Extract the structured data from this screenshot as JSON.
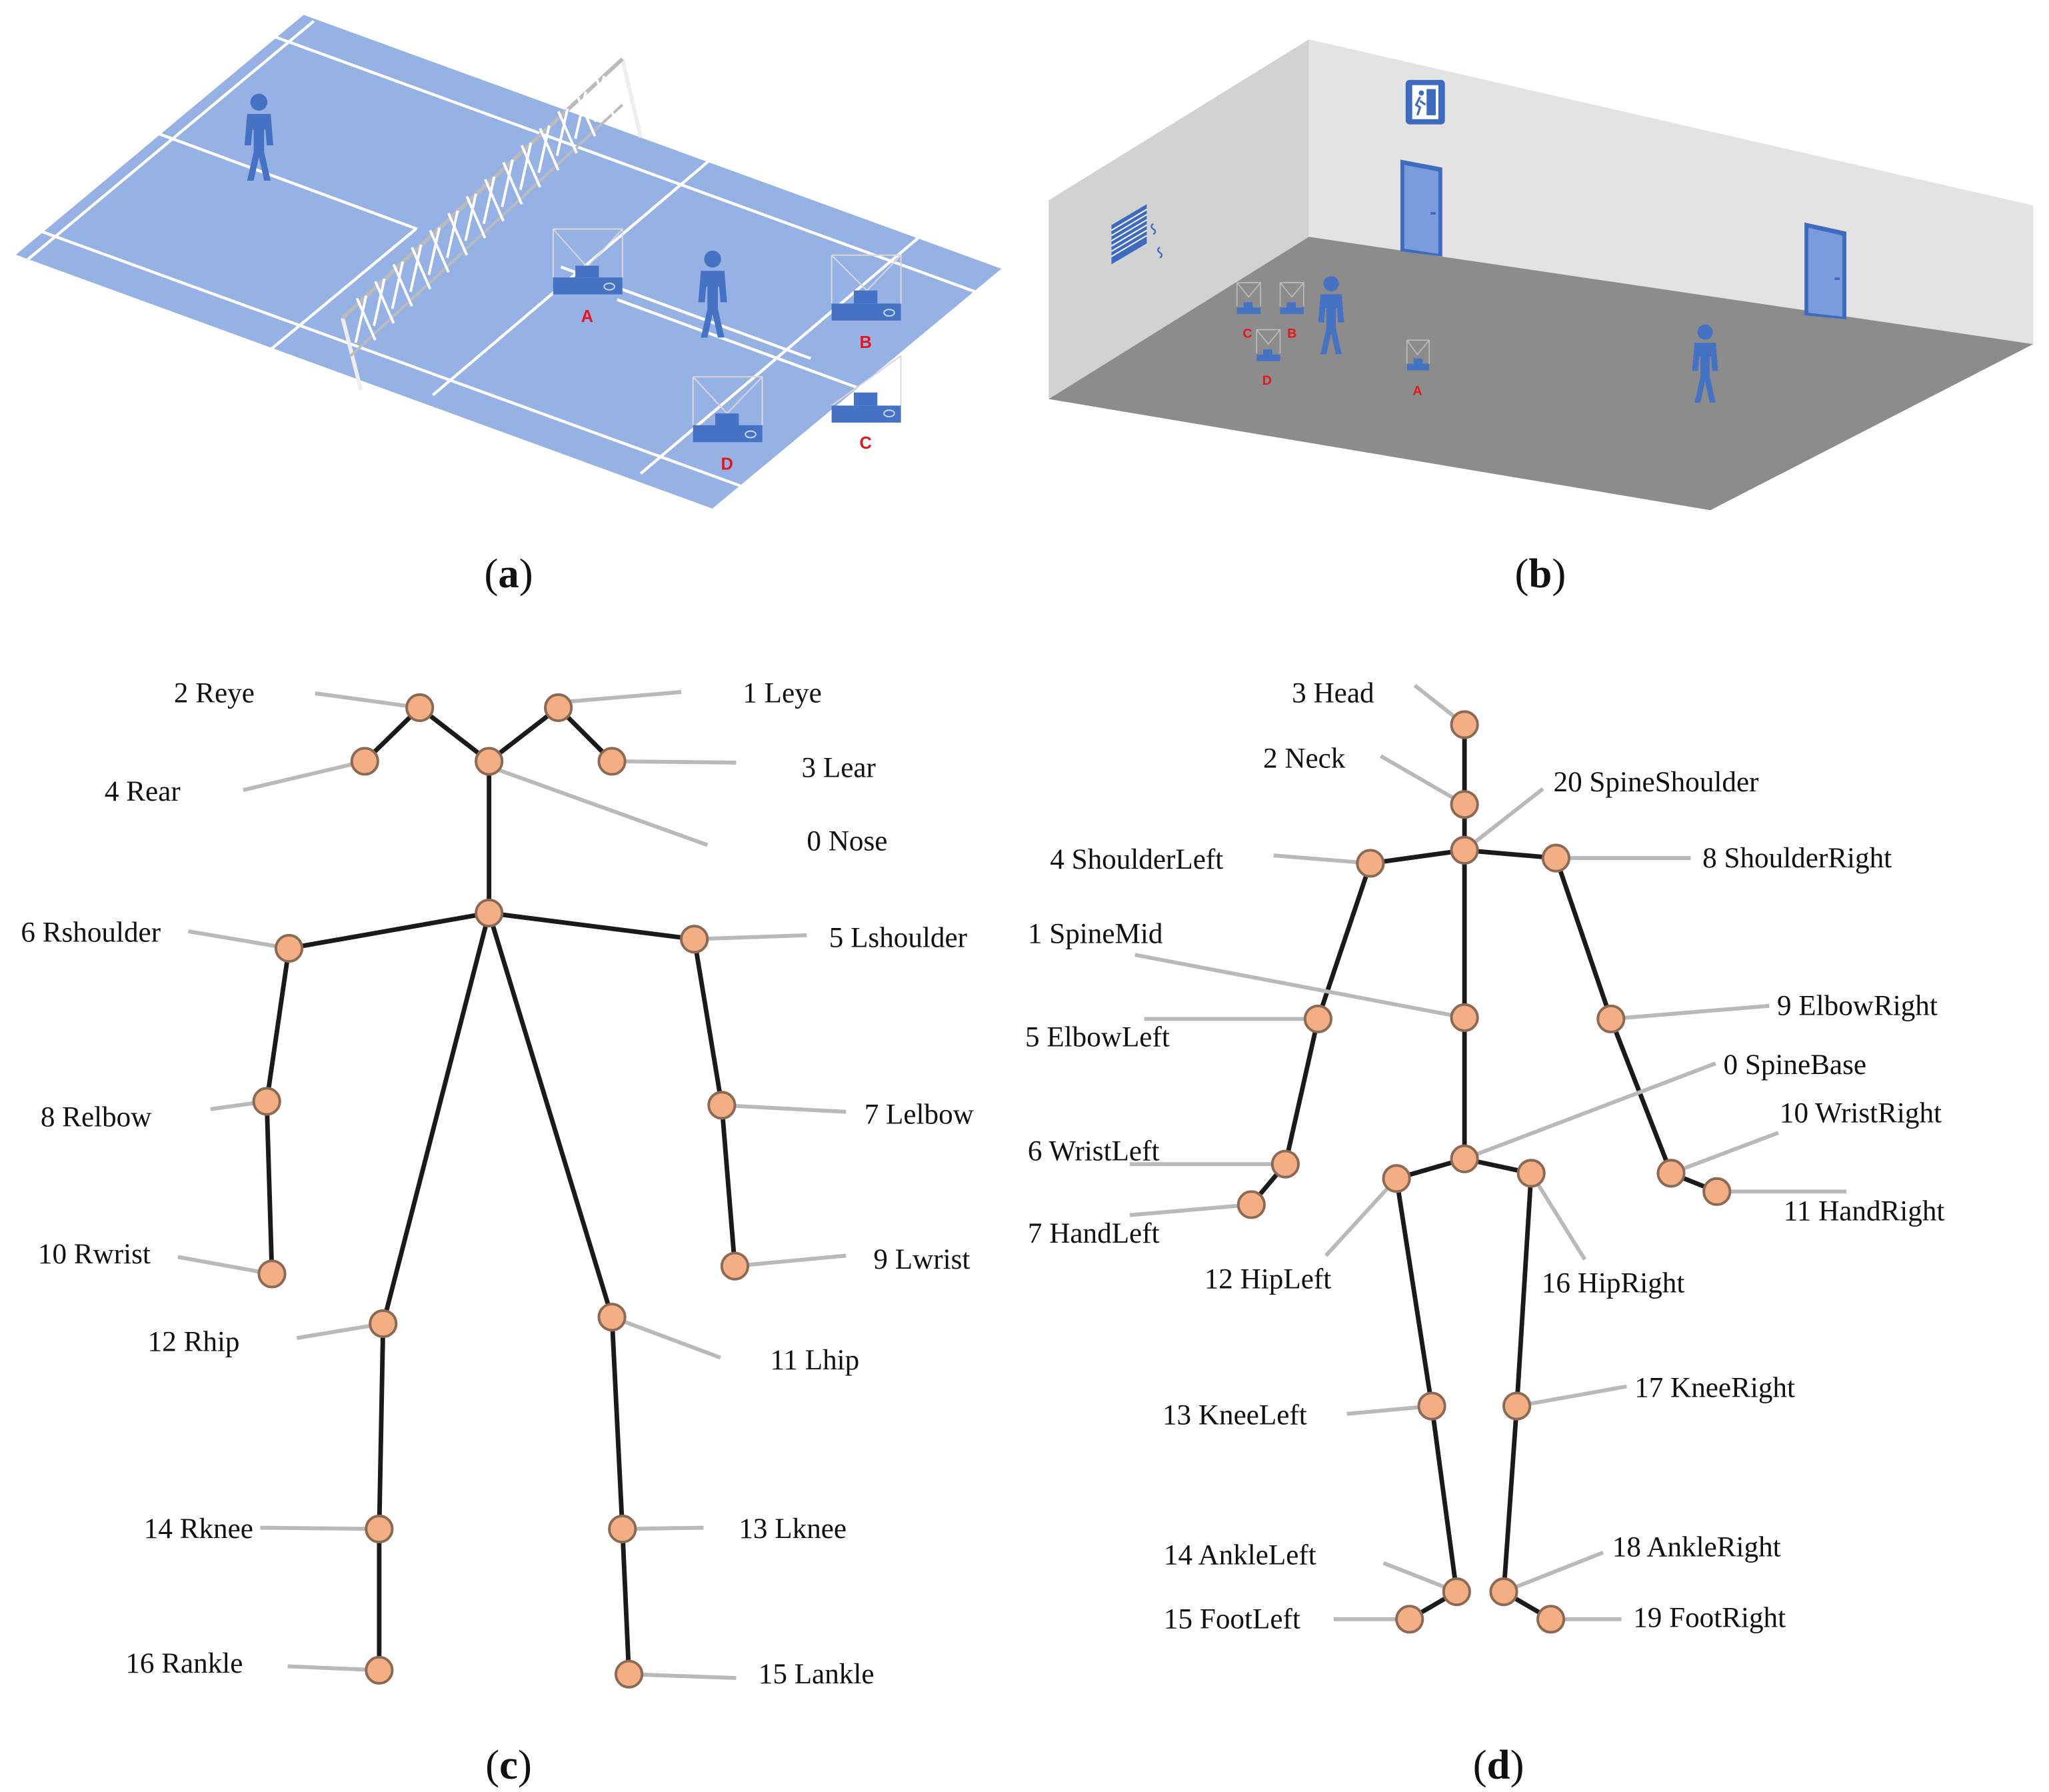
{
  "panels": {
    "a": {
      "caption_letter": "a",
      "sensors": [
        {
          "id": "A",
          "label": "A"
        },
        {
          "id": "B",
          "label": "B"
        },
        {
          "id": "C",
          "label": "C"
        },
        {
          "id": "D",
          "label": "D"
        }
      ]
    },
    "b": {
      "caption_letter": "b",
      "sensors": [
        {
          "id": "A",
          "label": "A"
        },
        {
          "id": "B",
          "label": "B"
        },
        {
          "id": "C",
          "label": "C"
        },
        {
          "id": "D",
          "label": "D"
        }
      ]
    },
    "c": {
      "caption_letter": "c",
      "joints": [
        {
          "id": 0,
          "label": "0 Nose"
        },
        {
          "id": 1,
          "label": "1 Leye"
        },
        {
          "id": 2,
          "label": "2 Reye"
        },
        {
          "id": 3,
          "label": "3 Lear"
        },
        {
          "id": 4,
          "label": "4 Rear"
        },
        {
          "id": 5,
          "label": "5 Lshoulder"
        },
        {
          "id": 6,
          "label": "6 Rshoulder"
        },
        {
          "id": 7,
          "label": "7 Lelbow"
        },
        {
          "id": 8,
          "label": "8 Relbow"
        },
        {
          "id": 9,
          "label": "9 Lwrist"
        },
        {
          "id": 10,
          "label": "10 Rwrist"
        },
        {
          "id": 11,
          "label": "11 Lhip"
        },
        {
          "id": 12,
          "label": "12 Rhip"
        },
        {
          "id": 13,
          "label": "13 Lknee"
        },
        {
          "id": 14,
          "label": "14 Rknee"
        },
        {
          "id": 15,
          "label": "15 Lankle"
        },
        {
          "id": 16,
          "label": "16 Rankle"
        }
      ]
    },
    "d": {
      "caption_letter": "d",
      "joints": [
        {
          "id": 0,
          "label": "0 SpineBase"
        },
        {
          "id": 1,
          "label": "1 SpineMid"
        },
        {
          "id": 2,
          "label": "2 Neck"
        },
        {
          "id": 3,
          "label": "3 Head"
        },
        {
          "id": 4,
          "label": "4 ShoulderLeft"
        },
        {
          "id": 5,
          "label": "5 ElbowLeft"
        },
        {
          "id": 6,
          "label": "6 WristLeft"
        },
        {
          "id": 7,
          "label": "7 HandLeft"
        },
        {
          "id": 8,
          "label": "8 ShoulderRight"
        },
        {
          "id": 9,
          "label": "9 ElbowRight"
        },
        {
          "id": 10,
          "label": "10 WristRight"
        },
        {
          "id": 11,
          "label": "11 HandRight"
        },
        {
          "id": 12,
          "label": "12 HipLeft"
        },
        {
          "id": 13,
          "label": "13 KneeLeft"
        },
        {
          "id": 14,
          "label": "14 AnkleLeft"
        },
        {
          "id": 15,
          "label": "15 FootLeft"
        },
        {
          "id": 16,
          "label": "16 HipRight"
        },
        {
          "id": 17,
          "label": "17 KneeRight"
        },
        {
          "id": 18,
          "label": "18 AnkleRight"
        },
        {
          "id": 19,
          "label": "19 FootRight"
        },
        {
          "id": 20,
          "label": "20 SpineShoulder"
        }
      ]
    }
  },
  "colors": {
    "court": "#96b2e4",
    "court_line": "#ffffff",
    "figure": "#4672c4",
    "sensor_label": "#e8141b",
    "wall": "#e0e0e0",
    "floor": "#8c8c8c",
    "joint": "#f4ae84",
    "bone": "#1a1a1a",
    "leader": "#b9b9b9"
  },
  "icons": {
    "person": "person-icon",
    "sensor": "depth-sensor-icon",
    "exit_sign": "exit-sign-icon",
    "door": "door-icon",
    "vent": "vent-icon"
  }
}
